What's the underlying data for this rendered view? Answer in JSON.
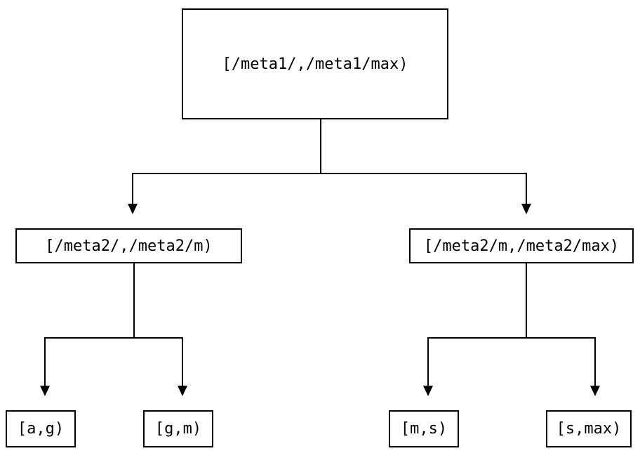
{
  "diagram": {
    "type": "tree",
    "background_color": "#ffffff",
    "line_color": "#000000",
    "box_border_color": "#000000",
    "text_color": "#000000",
    "nodes": {
      "root": {
        "label": "[/meta1/,/meta1/max)"
      },
      "mid_left": {
        "label": "[/meta2/,/meta2/m)"
      },
      "mid_right": {
        "label": "[/meta2/m,/meta2/max)"
      },
      "leaf_ag": {
        "label": "[a,g)"
      },
      "leaf_gm": {
        "label": "[g,m)"
      },
      "leaf_ms": {
        "label": "[m,s)"
      },
      "leaf_smax": {
        "label": "[s,max)"
      }
    },
    "edges": [
      {
        "from": "root",
        "to": "mid_left",
        "arrow": "down"
      },
      {
        "from": "root",
        "to": "mid_right",
        "arrow": "down"
      },
      {
        "from": "mid_left",
        "to": "leaf_ag",
        "arrow": "down"
      },
      {
        "from": "mid_left",
        "to": "leaf_gm",
        "arrow": "down"
      },
      {
        "from": "mid_right",
        "to": "leaf_ms",
        "arrow": "down"
      },
      {
        "from": "mid_right",
        "to": "leaf_smax",
        "arrow": "down"
      }
    ]
  }
}
